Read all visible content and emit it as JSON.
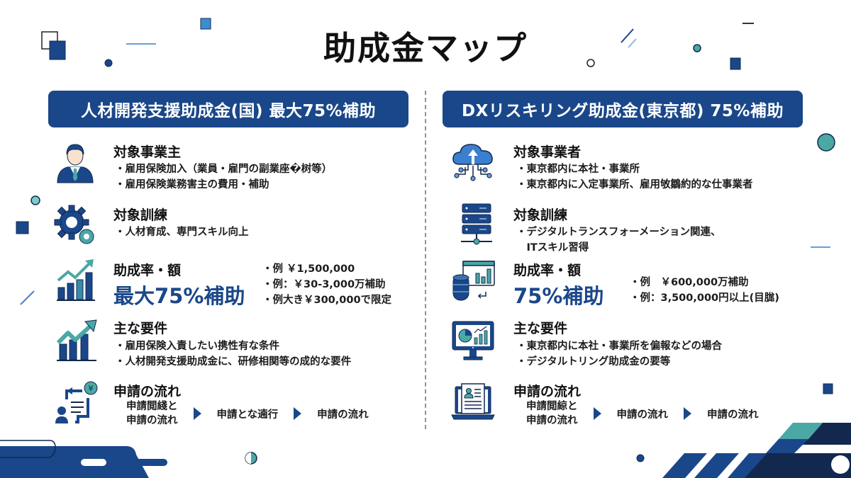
{
  "title": "助成金マップ",
  "colors": {
    "navy": "#1a4789",
    "dark_navy": "#13284e",
    "teal": "#4aa8a5",
    "light_blue": "#6a9fd4",
    "text": "#1c1c1c"
  },
  "left": {
    "banner": "人材開発支援助成金(国) 最大75%補助",
    "sections": [
      {
        "icon": "businessman-icon",
        "title": "対象事業主",
        "bullets": [
          "・雇用保険加入（業員・雇門の副業座�树等）",
          "・雇用保険業務害主の費用・補助"
        ]
      },
      {
        "icon": "gears-icon",
        "title": "対象訓練",
        "bullets": [
          "・人材育成、専門スキル向上"
        ]
      },
      {
        "icon": "growth-bar-chart-icon",
        "title": "助成率・額",
        "rate": "最大75%補助",
        "bullets": [
          "・例 ￥1,500,000",
          "・例：￥30-3,000万補助",
          "・例大き￥300,000で限定"
        ]
      },
      {
        "icon": "trend-up-chart-icon",
        "title": "主な要件",
        "bullets": [
          "・雇用保険入責したい携性有な条件",
          "・人材開発支援助成金に、研修相関等の成的な要件"
        ]
      },
      {
        "icon": "application-flow-icon",
        "title": "申請の流れ",
        "flow": [
          "申請閲綫と",
          "申請の流れ",
          "申請とな遖行",
          "申請の流れ"
        ]
      }
    ]
  },
  "right": {
    "banner": "DXリスキリング助成金(東京都) 75%補助",
    "sections": [
      {
        "icon": "cloud-network-icon",
        "title": "対象事業者",
        "bullets": [
          "・東京都内に本社・事業所",
          "・東京都内に入定事業所、雇用敂鶵約的な仕事業者"
        ]
      },
      {
        "icon": "server-rack-icon",
        "title": "対象訓練",
        "bullets": [
          "・デジタルトランスフォーメーション関連、",
          "　ITスキル習得"
        ]
      },
      {
        "icon": "database-dashboard-icon",
        "title": "助成率・額",
        "rate": "75%補助",
        "bullets": [
          "・例　￥600,000万補助",
          "・例：3,500,000円以上(目䏵)"
        ]
      },
      {
        "icon": "monitor-analytics-icon",
        "title": "主な要件",
        "bullets": [
          "・東京都内に本社・事業所を偏報などの場合",
          "・デジタルトリング助成金の要等"
        ]
      },
      {
        "icon": "laptop-document-icon",
        "title": "申請の流れ",
        "flow": [
          "申請閲綡と",
          "申請の流れ",
          "申請の流れ",
          "申請の流れ"
        ]
      }
    ]
  }
}
